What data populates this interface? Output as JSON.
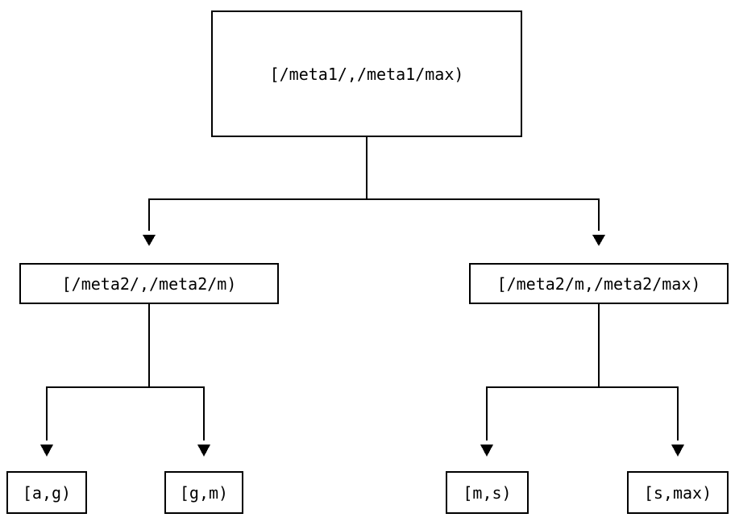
{
  "diagram": {
    "type": "tree",
    "colors": {
      "background": "#ffffff",
      "line": "#000000",
      "text": "#000000"
    },
    "nodes": {
      "root": {
        "label": "[/meta1/,/meta1/max)"
      },
      "mid_left": {
        "label": "[/meta2/,/meta2/m)"
      },
      "mid_right": {
        "label": "[/meta2/m,/meta2/max)"
      },
      "leaf_a_g": {
        "label": "[a,g)"
      },
      "leaf_g_m": {
        "label": "[g,m)"
      },
      "leaf_m_s": {
        "label": "[m,s)"
      },
      "leaf_s_max": {
        "label": "[s,max)"
      }
    },
    "edges": [
      {
        "from": "root",
        "to": "mid_left"
      },
      {
        "from": "root",
        "to": "mid_right"
      },
      {
        "from": "mid_left",
        "to": "leaf_a_g"
      },
      {
        "from": "mid_left",
        "to": "leaf_g_m"
      },
      {
        "from": "mid_right",
        "to": "leaf_m_s"
      },
      {
        "from": "mid_right",
        "to": "leaf_s_max"
      }
    ]
  }
}
